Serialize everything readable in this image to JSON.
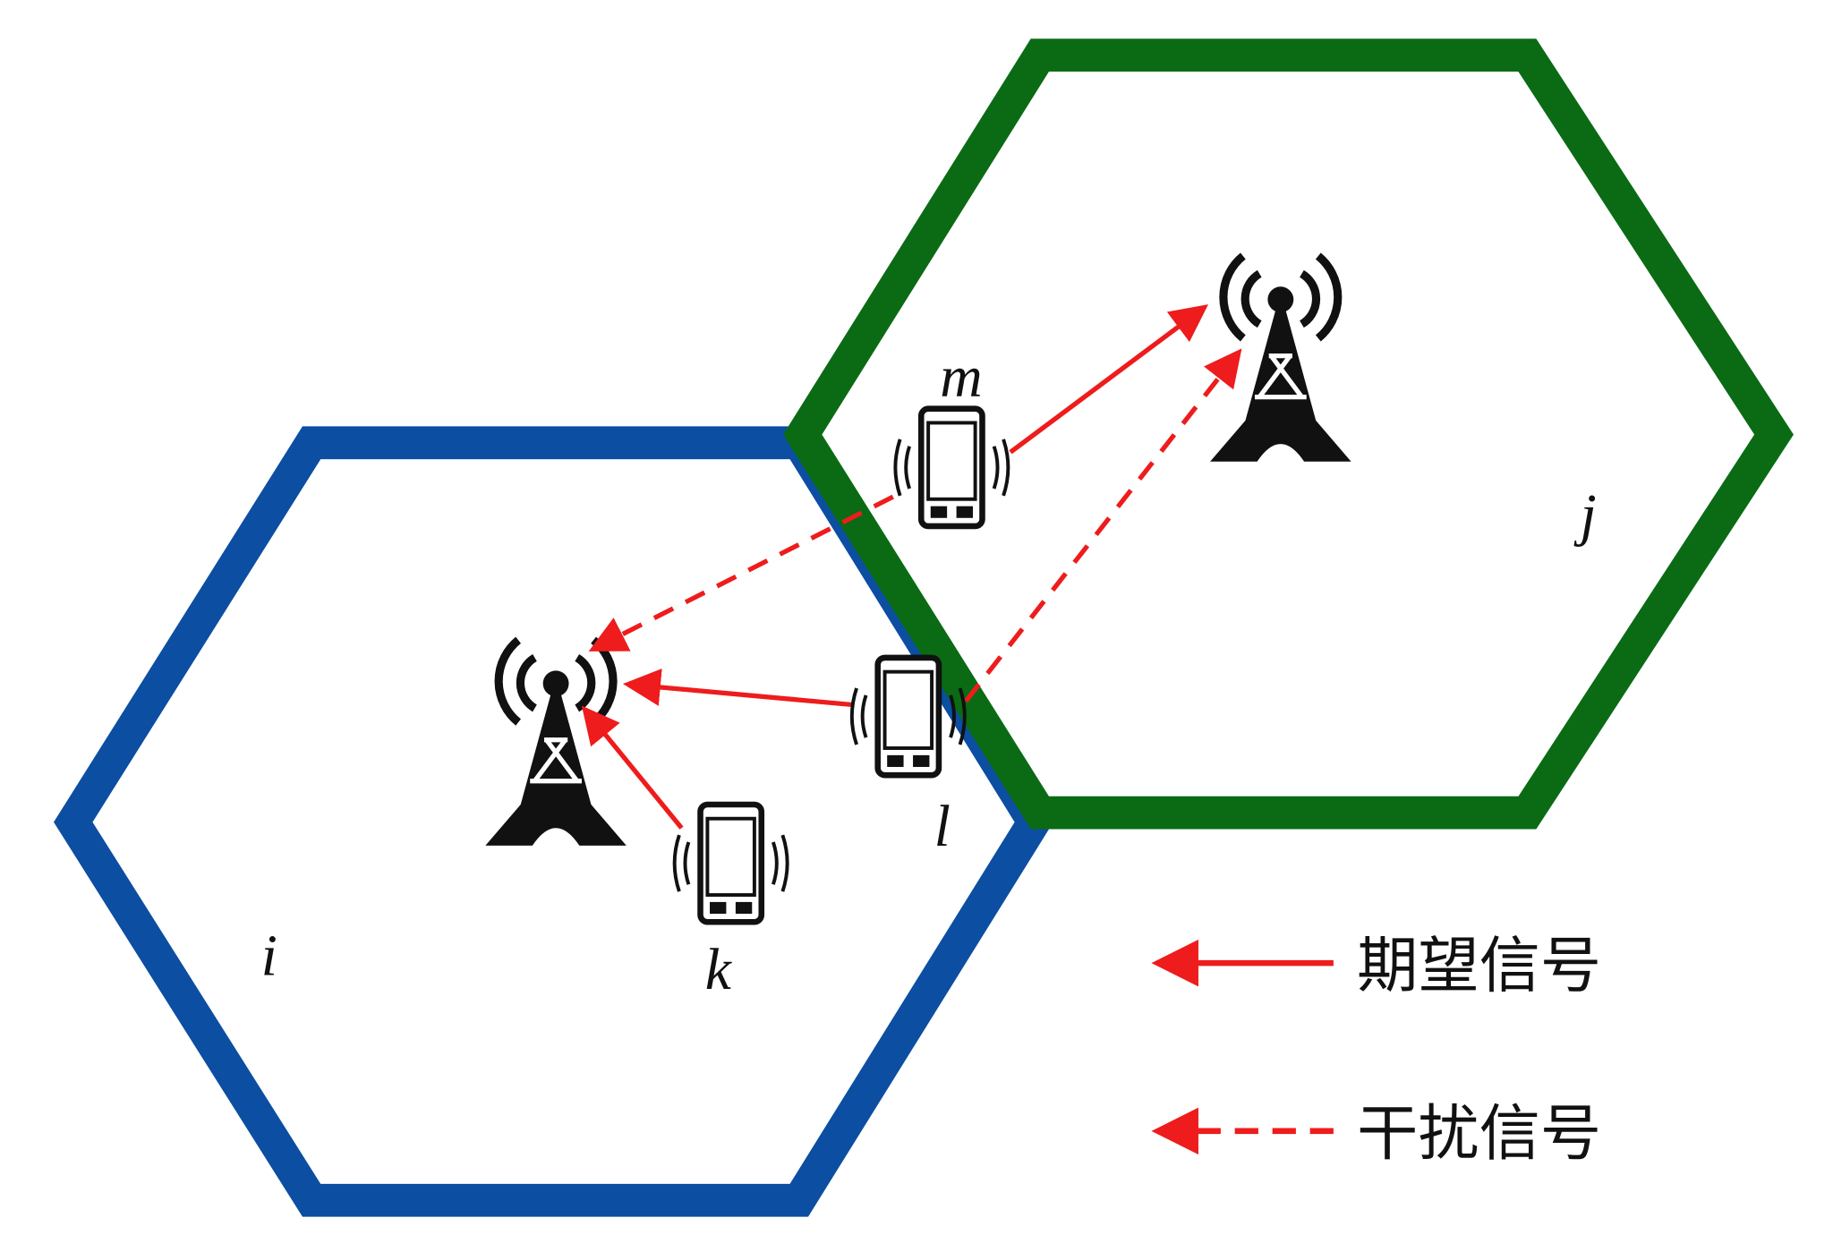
{
  "cells": [
    {
      "id": "i",
      "label": "i",
      "color": "#0b4ea2"
    },
    {
      "id": "j",
      "label": "j",
      "color": "#0a6b14"
    }
  ],
  "users": {
    "k": "k",
    "l": "l",
    "m": "m"
  },
  "legend": {
    "desired": "期望信号",
    "interference": "干扰信号"
  },
  "signal_color": "#ee1c1c"
}
